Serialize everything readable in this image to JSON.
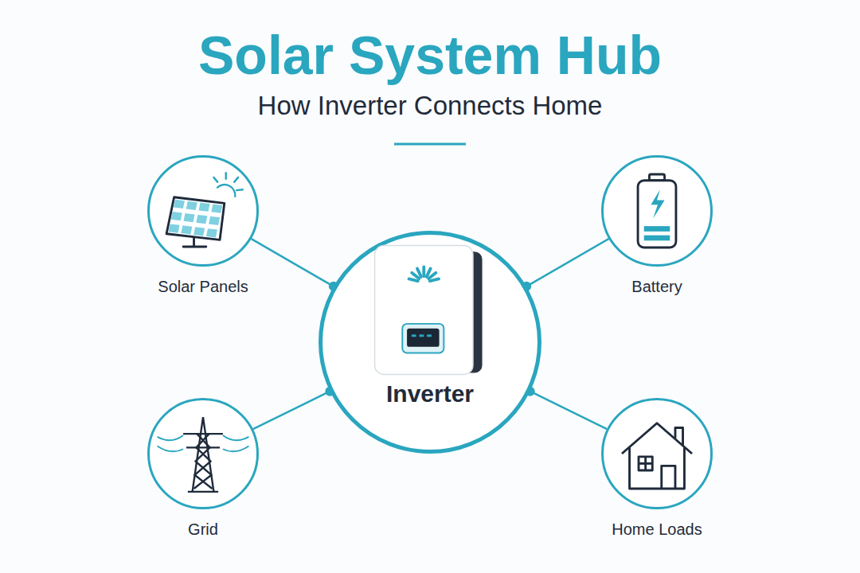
{
  "diagram": {
    "title": "Solar System Hub",
    "nodes": [
      {
        "text": [
          "Solar Panels"
        ]
      },
      {
        "text": [
          "Battery"
        ]
      },
      {
        "text": [
          "Inverter"
        ]
      },
      {
        "text": [
          "Grid"
        ]
      },
      {
        "text": [
          "Home Loads"
        ]
      }
    ],
    "edges": [
      {
        "from": 0,
        "to": 2,
        "arrow": "none"
      },
      {
        "from": 1,
        "to": 2,
        "arrow": "none"
      },
      {
        "from": 3,
        "to": 2,
        "arrow": "none"
      },
      {
        "from": 4,
        "to": 2,
        "arrow": "none"
      }
    ],
    "labels": [
      "How Inverter Connects Home"
    ]
  }
}
